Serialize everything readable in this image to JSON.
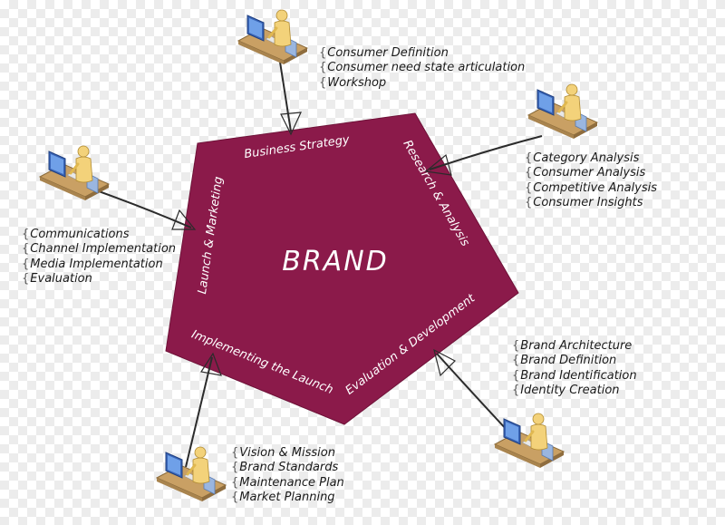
{
  "center": {
    "label": "BRAND"
  },
  "sides": {
    "business_strategy": "Business Strategy",
    "research_analysis": "Research & Analysis",
    "evaluation_development": "Evaluation & Development",
    "implementing_launch": "Implementing the Launch",
    "launch_marketing": "Launch & Marketing"
  },
  "lists": {
    "consumer": [
      "Consumer Definition",
      "Consumer need state articulation",
      "Workshop"
    ],
    "analysis": [
      "Category Analysis",
      "Consumer Analysis",
      "Competitive Analysis",
      "Consumer Insights"
    ],
    "brand": [
      "Brand Architecture",
      "Brand Definition",
      "Brand Identification",
      "Identity Creation"
    ],
    "vision": [
      "Vision & Mission",
      "Brand Standards",
      "Maintenance Plan",
      "Market Planning"
    ],
    "communications": [
      "Communications",
      "Channel Implementation",
      "Media Implementation",
      "Evaluation"
    ]
  },
  "colors": {
    "pentagon": "#8b1a4a",
    "text_on_pentagon": "#ffffff",
    "person_skin": "#f3d27a",
    "monitor": "#3a66b8",
    "desk": "#c9a064"
  },
  "icons": [
    "person-at-computer-icon"
  ]
}
